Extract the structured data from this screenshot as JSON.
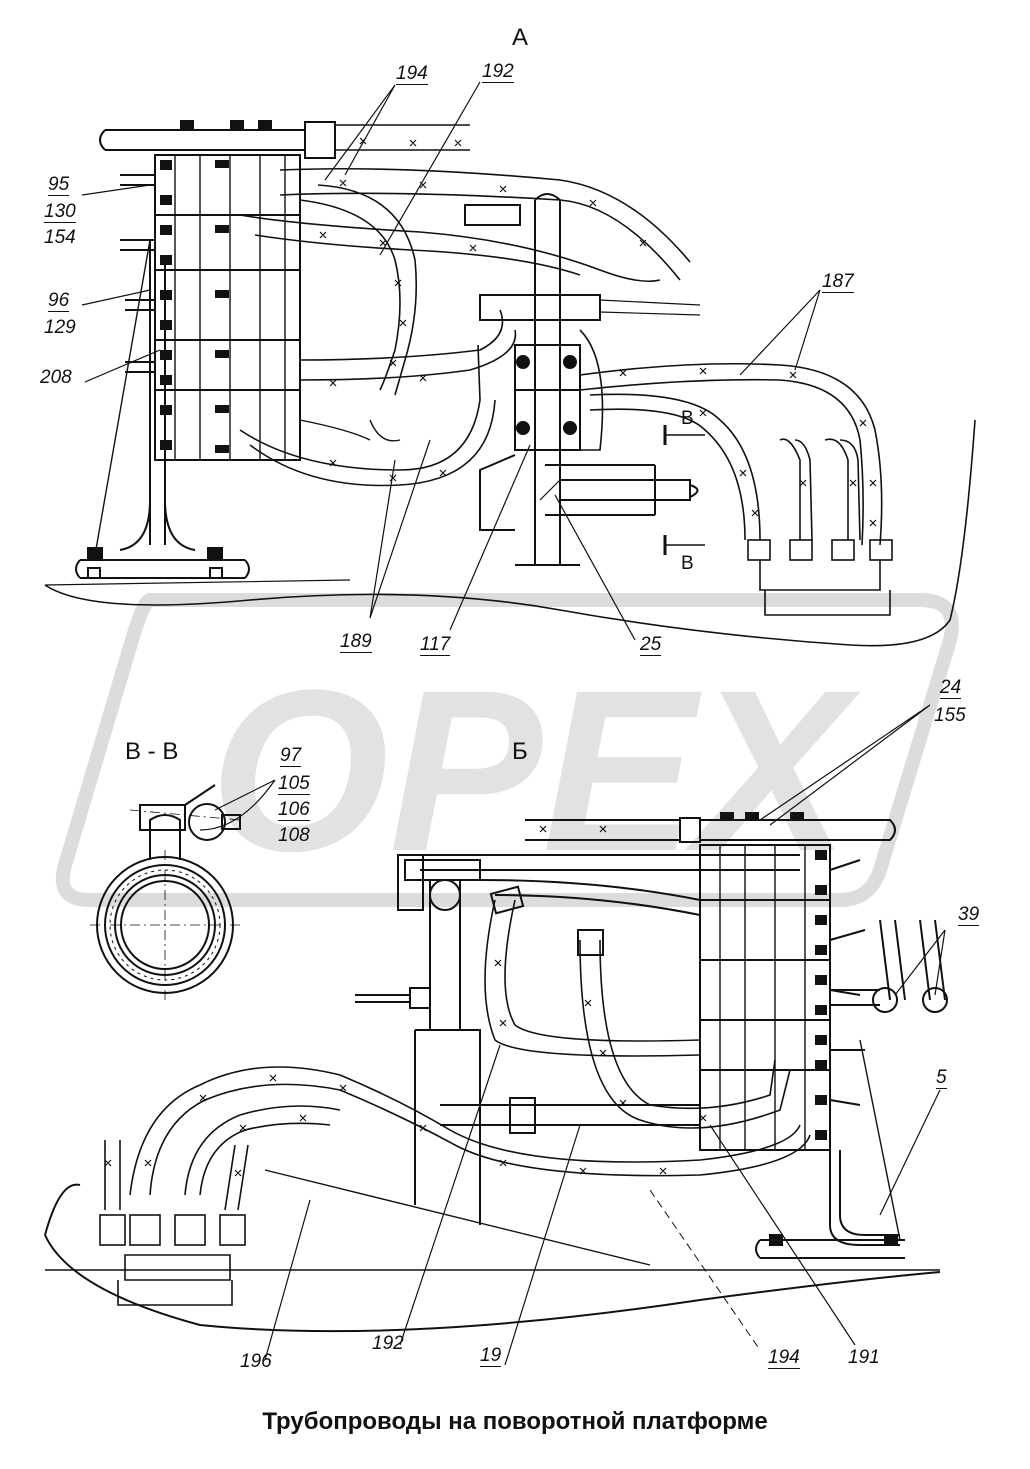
{
  "caption": "Трубопроводы на поворотной платформе",
  "watermark": "OPEX",
  "views": {
    "a": "A",
    "b": "Б",
    "vv": "В - В",
    "cut_top": "В",
    "cut_bottom": "В"
  },
  "callouts": {
    "c194a": "194",
    "c192a": "192",
    "c95": "95",
    "c130": "130",
    "c154": "154",
    "c96": "96",
    "c129": "129",
    "c208": "208",
    "c187": "187",
    "c189": "189",
    "c117": "117",
    "c25": "25",
    "c24": "24",
    "c155": "155",
    "c97": "97",
    "c105": "105",
    "c106": "106",
    "c108": "108",
    "c39": "39",
    "c5": "5",
    "c196": "196",
    "c192b": "192",
    "c19": "19",
    "c194b": "194",
    "c191": "191"
  },
  "colors": {
    "ink": "#111111",
    "watermark": "#d9d9d9"
  }
}
